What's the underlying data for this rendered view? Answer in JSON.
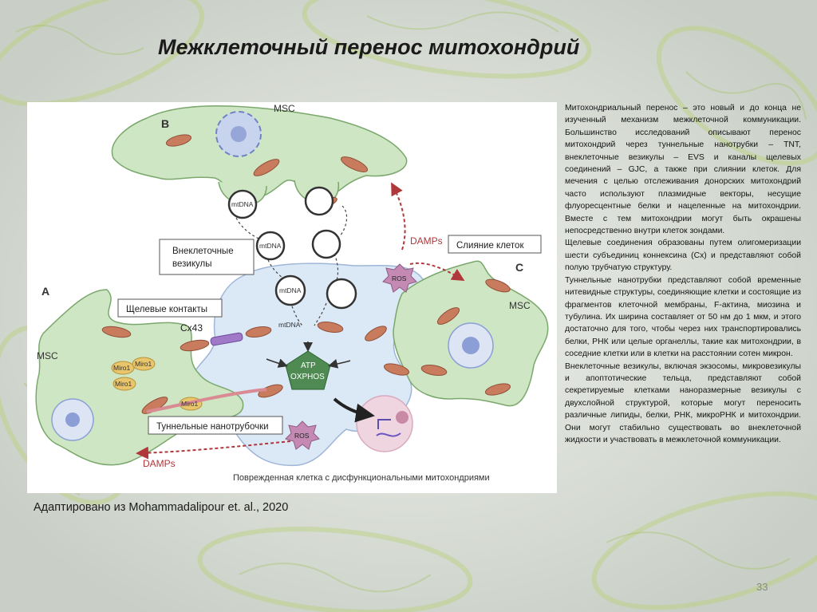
{
  "slide": {
    "title": "Межклеточный перенос митохондрий",
    "caption": "Адаптировано из Mohammadalipour et. al., 2020",
    "page_number": "33",
    "colors": {
      "background": "#dfe3de",
      "cell_green": "#cfe6c4",
      "cell_blue": "#dbe8f5",
      "mito": "#c97c5d",
      "damps": "#b0373a",
      "pentagon": "#4f8a52"
    }
  },
  "figure": {
    "panel_a": "A",
    "panel_b": "B",
    "panel_c": "C",
    "msc_top": "MSC",
    "msc_left": "MSC",
    "msc_right": "MSC",
    "label_vesicles_line1": "Внеклеточные",
    "label_vesicles_line2": "везикулы",
    "label_fusion": "Слияние клеток",
    "label_gap": "Щелевые контакты",
    "label_tnt": "Туннельные нанотрубочки",
    "label_cx43": "Cx43",
    "label_damps_top": "DAMPs",
    "label_damps_bottom": "DAMPs",
    "label_mtdna": "mtDNA",
    "label_ros": "ROS",
    "label_miro": "Miro1",
    "label_atp": "ATP",
    "label_oxphos": "OXPHOS",
    "label_damaged": "Поврежденная клетка с дисфункциональными митохондриями"
  },
  "text": {
    "paragraphs": [
      "Митохондриальный перенос – это новый и до конца не изученный механизм межклеточной коммуникации. Большинство исследований описывают перенос митохондрий через туннельные нанотрубки – TNT, внеклеточные везикулы – EVS и каналы щелевых соединений – GJC, а также при слиянии клеток. Для мечения с целью отслеживания донорских митохондрий часто используют плазмидные векторы, несущие флуоресцентные белки и нацеленные на митохондрии. Вместе с тем митохондрии могут быть окрашены непосредственно внутри клеток зондами.",
      "Щелевые соединения образованы путем олигомеризации шести субъединиц коннексина (Cx) и представляют собой полую трубчатую структуру.",
      "Туннельные нанотрубки представляют собой временные нитевидные структуры, соединяющие клетки и состоящие из фрагментов клеточной мембраны, F-актина, миозина и тубулина. Их ширина составляет от 50 нм до 1 мкм, и этого достаточно для того, чтобы через них транспортировались белки, РНК или целые органеллы, такие как митохондрии, в соседние клетки или в клетки на расстоянии сотен микрон.",
      "Внеклеточные везикулы, включая экзосомы, микровезикулы и апоптотические тельца, представляют собой секретируемые клетками наноразмерные везикулы с двухслойной структурой, которые могут переносить различные липиды, белки, РНК, микроРНК и митохондрии. Они могут стабильно существовать во внеклеточной жидкости и участвовать в межклеточной коммуникации."
    ]
  }
}
